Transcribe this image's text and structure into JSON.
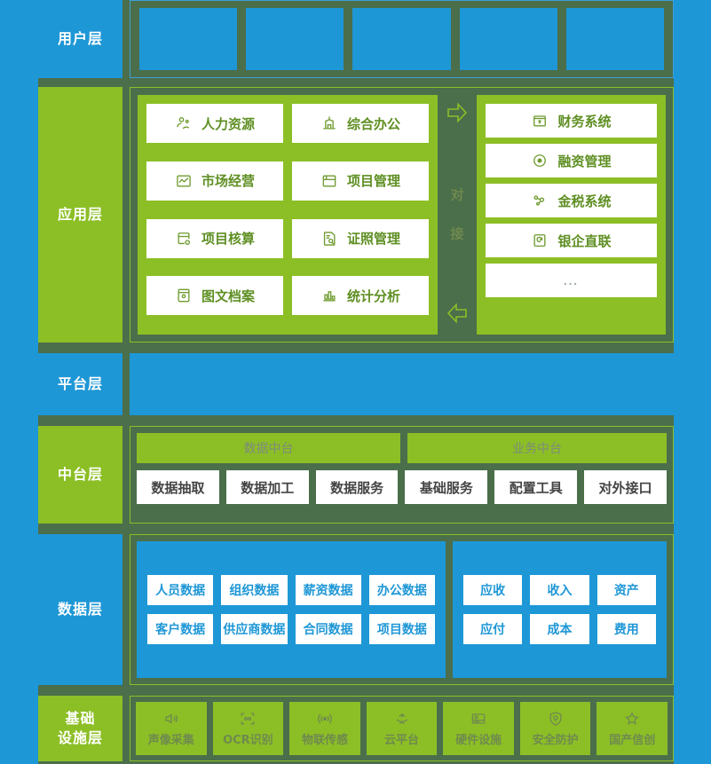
{
  "theme": {
    "blue": "#1e97d6",
    "green": "#8cbf26",
    "dark_green_bg": "#4b6e4b",
    "white": "#ffffff",
    "tile_text_green": "#5f8f23",
    "muted_gray": "#7c8b7c"
  },
  "layers": {
    "user": {
      "label": "用户层",
      "boxes": [
        "",
        "",
        "",
        "",
        ""
      ]
    },
    "application": {
      "label": "应用层",
      "left_tiles": [
        {
          "label": "人力资源",
          "icon": "people-icon"
        },
        {
          "label": "综合办公",
          "icon": "office-building-icon"
        },
        {
          "label": "市场经营",
          "icon": "market-chart-icon"
        },
        {
          "label": "项目管理",
          "icon": "folder-project-icon"
        },
        {
          "label": "项目核算",
          "icon": "calc-settings-icon"
        },
        {
          "label": "证照管理",
          "icon": "certificate-icon"
        },
        {
          "label": "图文档案",
          "icon": "archive-book-icon"
        },
        {
          "label": "统计分析",
          "icon": "bar-chart-icon"
        }
      ],
      "dock_label_top": "对",
      "dock_label_bottom": "接",
      "arrow_top": "arrow-right-icon",
      "arrow_bottom": "arrow-left-icon",
      "right_tiles": [
        {
          "label": "财务系统",
          "icon": "finance-box-icon"
        },
        {
          "label": "融资管理",
          "icon": "coin-circle-icon"
        },
        {
          "label": "金税系统",
          "icon": "tax-nodes-icon"
        },
        {
          "label": "银企直联",
          "icon": "bank-link-icon"
        }
      ],
      "right_more": "…"
    },
    "platform": {
      "label": "平台层",
      "content": ""
    },
    "middle_platform": {
      "label": "中台层",
      "heads": [
        "数据中台",
        "业务中台"
      ],
      "buttons": [
        "数据抽取",
        "数据加工",
        "数据服务",
        "基础服务",
        "配置工具",
        "对外接口"
      ]
    },
    "data": {
      "label": "数据层",
      "left_group": [
        [
          "人员数据",
          "组织数据",
          "薪资数据",
          "办公数据"
        ],
        [
          "客户数据",
          "供应商数据",
          "合同数据",
          "项目数据"
        ]
      ],
      "right_group": [
        [
          "应收",
          "收入",
          "资产"
        ],
        [
          "应付",
          "成本",
          "费用"
        ]
      ]
    },
    "infrastructure": {
      "label": "基础\n设施层",
      "label_line1": "基础",
      "label_line2": "设施层",
      "items": [
        {
          "label": "声像采集",
          "icon": "speaker-icon"
        },
        {
          "label": "OCR识别",
          "icon": "ocr-scan-icon"
        },
        {
          "label": "物联传感",
          "icon": "signal-wave-icon"
        },
        {
          "label": "云平台",
          "icon": "cloud-icon"
        },
        {
          "label": "硬件设施",
          "icon": "server-icon"
        },
        {
          "label": "安全防护",
          "icon": "shield-icon"
        },
        {
          "label": "国产信创",
          "icon": "star-badge-icon"
        }
      ]
    }
  }
}
